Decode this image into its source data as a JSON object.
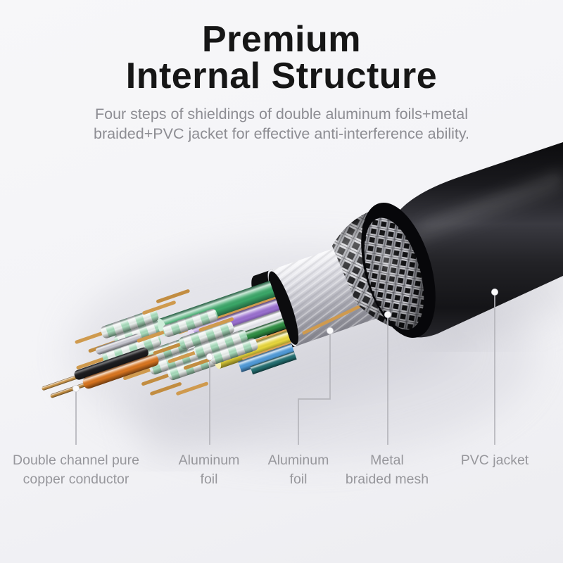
{
  "header": {
    "title_line1": "Premium",
    "title_line2": "Internal Structure",
    "subtitle_line1": "Four steps of shieldings of double aluminum foils+metal",
    "subtitle_line2": "braided+PVC jacket for effective anti-interference ability."
  },
  "callouts": [
    {
      "line1": "Double channel pure",
      "line2": "copper conductor"
    },
    {
      "line1": "Aluminum",
      "line2": "foil"
    },
    {
      "line1": "Aluminum",
      "line2": "foil"
    },
    {
      "line1": "Metal",
      "line2": "braided mesh"
    },
    {
      "line1": "PVC jacket",
      "line2": ""
    }
  ],
  "colors": {
    "background": "#f4f4f7",
    "title_text": "#161616",
    "subtitle_text": "#8d8d93",
    "label_text": "#97979c",
    "leader_line": "#b5b5bb",
    "leader_dot": "#fafafb",
    "pvc_jacket_black": "#1a1a1e",
    "mesh_silver": "#cfcfd4",
    "foil_silver": "#d8d8de",
    "copper": "#cf9a4e",
    "wire_green": "#3aa768",
    "wire_purple": "#9a6fd0",
    "wire_dark_green": "#2f8f43",
    "wire_yellow": "#e8d73c",
    "wire_blue": "#4f9ad8",
    "wire_teal": "#236e70",
    "wire_white": "#e6e6ec",
    "wire_mint": "#a8dcbc",
    "wire_orange": "#d9751f",
    "wire_black": "#1b1b1e"
  }
}
